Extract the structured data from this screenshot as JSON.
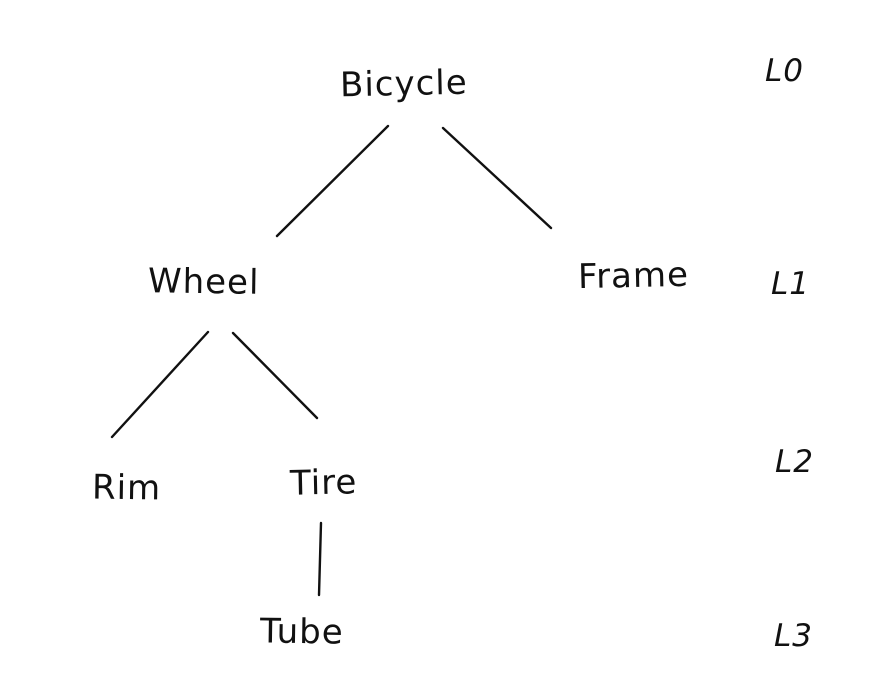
{
  "diagram": {
    "type": "tree",
    "background": "#ffffff",
    "ink_color": "#111111",
    "nodes": {
      "bicycle": "Bicycle",
      "wheel": "Wheel",
      "frame": "Frame",
      "rim": "Rim",
      "tire": "Tire",
      "tube": "Tube"
    },
    "level_labels": {
      "l0": "L0",
      "l1": "L1",
      "l2": "L2",
      "l3": "L3"
    },
    "levels": [
      {
        "label": "L0",
        "nodes": [
          "Bicycle"
        ]
      },
      {
        "label": "L1",
        "nodes": [
          "Wheel",
          "Frame"
        ]
      },
      {
        "label": "L2",
        "nodes": [
          "Rim",
          "Tire"
        ]
      },
      {
        "label": "L3",
        "nodes": [
          "Tube"
        ]
      }
    ],
    "edges": [
      {
        "parent": "Bicycle",
        "child": "Wheel"
      },
      {
        "parent": "Bicycle",
        "child": "Frame"
      },
      {
        "parent": "Wheel",
        "child": "Rim"
      },
      {
        "parent": "Wheel",
        "child": "Tire"
      },
      {
        "parent": "Tire",
        "child": "Tube"
      }
    ]
  }
}
